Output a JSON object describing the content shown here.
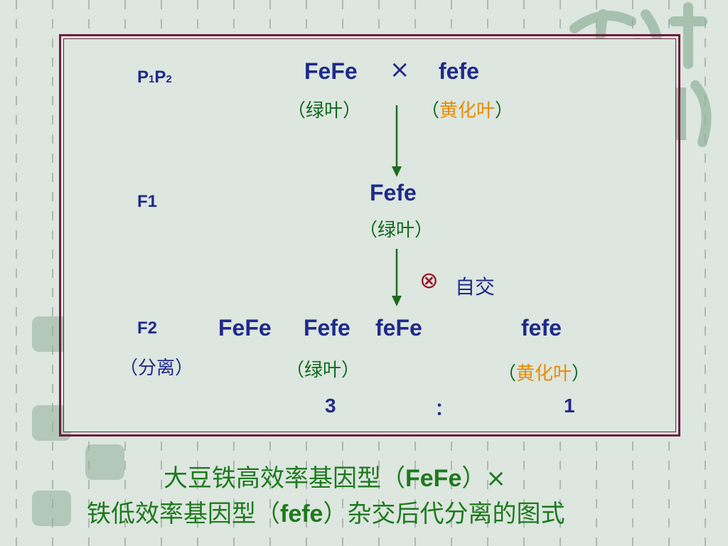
{
  "labels": {
    "p1p2": {
      "p": "P",
      "one": "1",
      "p2": "P",
      "two": "2"
    },
    "f1": "F1",
    "f2": "F2",
    "f2_sub": "（分离）"
  },
  "cross": {
    "parent1": "FeFe",
    "times": "×",
    "parent2": "fefe",
    "parent1_pheno": "（绿叶）",
    "parent2_open": "（",
    "parent2_pheno": "黄化叶",
    "parent2_close": "）"
  },
  "f1": {
    "genotype": "Fefe",
    "pheno": "（绿叶）",
    "self_symbol": "⊗",
    "self_label": "自交"
  },
  "f2": {
    "g1": "FeFe",
    "g2": "Fefe",
    "g3": "feFe",
    "g4": "fefe",
    "green_pheno": "（绿叶）",
    "yellow_open": "（",
    "yellow_pheno": "黄化叶",
    "yellow_close": "）",
    "ratio_left": "3",
    "ratio_colon": "：",
    "ratio_right": "1"
  },
  "caption": {
    "line1_pre": "大豆铁高效率基因型（",
    "line1_bold": "FeFe",
    "line1_post": "）×",
    "line2_pre": "铁低效率基因型（",
    "line2_bold": "fefe",
    "line2_post": "）杂交后代分离的图式"
  },
  "colors": {
    "frame": "#6e1d3f",
    "genotype": "#1f2a8a",
    "green": "#0e6a1a",
    "orange": "#e78c00",
    "caption": "#1d7a1d"
  }
}
